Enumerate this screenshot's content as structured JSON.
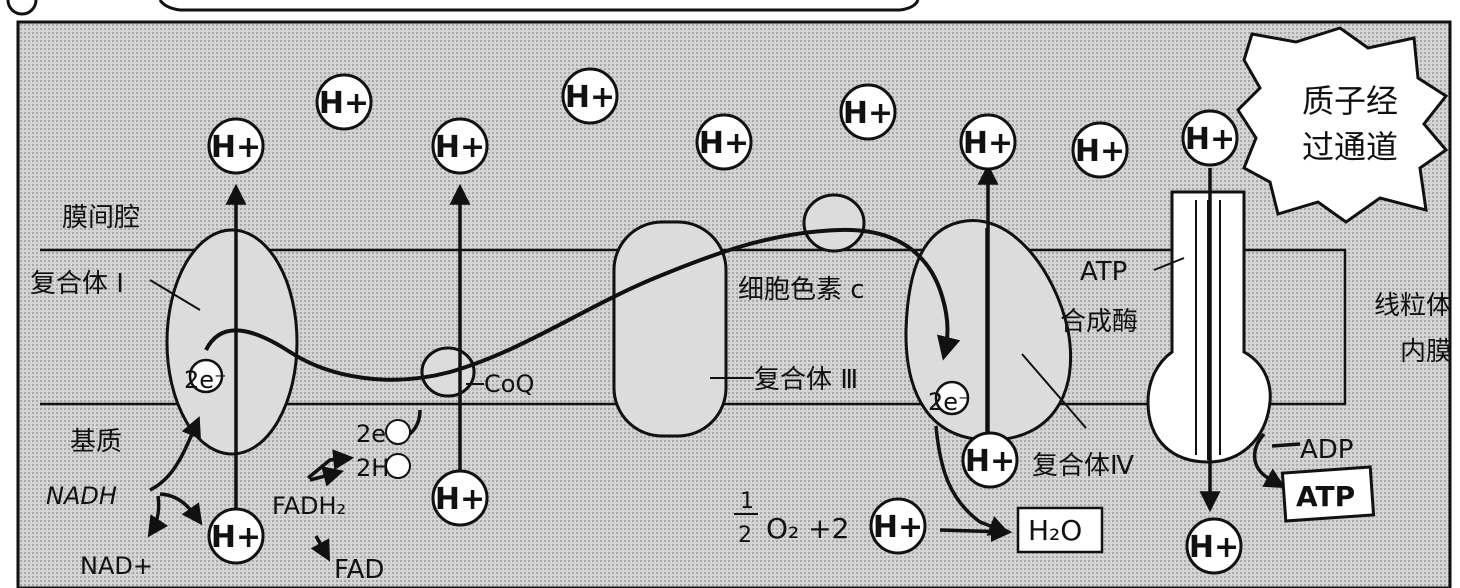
{
  "regions": {
    "intermembrane_space": "膜间腔",
    "matrix": "基质",
    "inner_membrane": [
      "线粒体",
      "内膜"
    ]
  },
  "complexes": {
    "complex_1": "复合体 Ⅰ",
    "complex_3": "复合体 Ⅲ",
    "complex_4": "复合体Ⅳ",
    "coq": "CoQ",
    "cytochrome_c": "细胞色素 c",
    "atp_synthase": [
      "ATP",
      "合成酶"
    ]
  },
  "molecules": {
    "proton": "H+",
    "nadh": "NADH",
    "nad": "NAD+",
    "fadh2": "FADH₂",
    "fad": "FAD",
    "electrons": "2e⁻",
    "two_e_small": "2e",
    "two_h_small": "2H",
    "water": "H₂O",
    "adp": "ADP",
    "atp": "ATP",
    "oxygen_term": "O₂ +2",
    "half": [
      "1",
      "2"
    ]
  },
  "callout": [
    "质子经",
    "过通道"
  ],
  "colors": {
    "line": "#111111",
    "background_texture": "#c9c9c9",
    "protein_fill": "#dcdcdc"
  }
}
